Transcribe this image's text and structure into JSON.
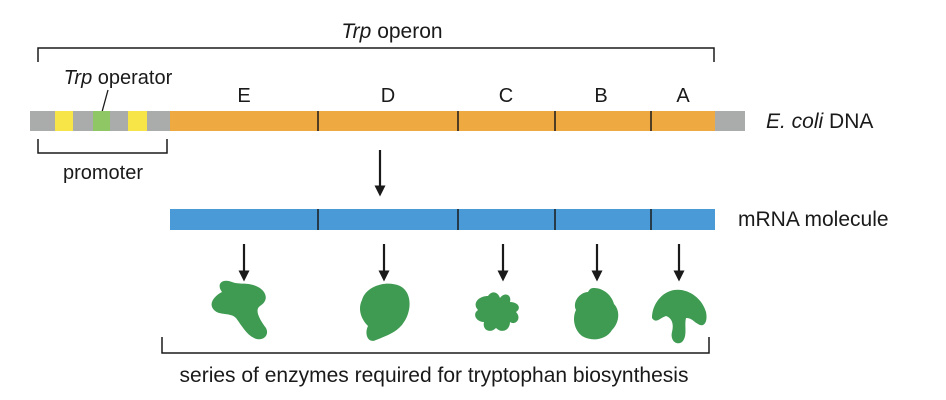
{
  "operon": {
    "prefix": "Trp",
    "suffix": " operon"
  },
  "operator": {
    "prefix": "Trp",
    "suffix": " operator"
  },
  "promoter_label": "promoter",
  "dna": {
    "species": "E. coli",
    "suffix": " DNA"
  },
  "genes": [
    "E",
    "D",
    "C",
    "B",
    "A"
  ],
  "mrna_label": "mRNA molecule",
  "enzymes_label": "series of enzymes required for tryptophan biosynthesis",
  "colors": {
    "gene": "#efa941",
    "mrna": "#4a9ad8",
    "spacer": "#a9acab",
    "promoter_site": "#f7e547",
    "operator_site": "#8fc765",
    "enzyme": "#3f9a52",
    "line": "#1a1a1a"
  }
}
